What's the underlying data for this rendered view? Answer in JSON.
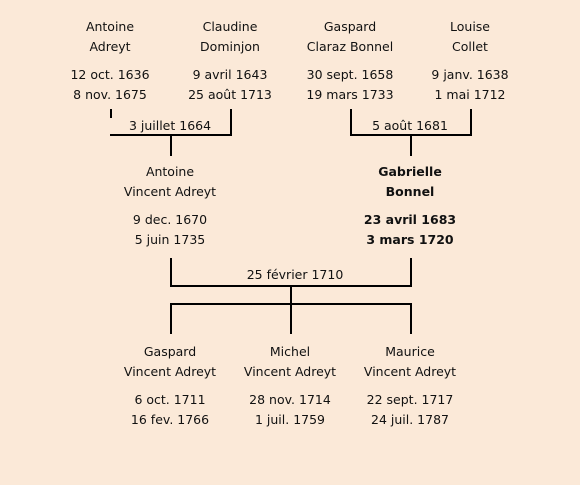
{
  "generation1": [
    {
      "name1": "Antoine",
      "name2": "Adreyt",
      "birth": "12 oct. 1636",
      "death": "8 nov. 1675"
    },
    {
      "name1": "Claudine",
      "name2": "Dominjon",
      "birth": "9 avril 1643",
      "death": "25 août 1713"
    },
    {
      "name1": "Gaspard",
      "name2": "Claraz Bonnel",
      "birth": "30 sept. 1658",
      "death": "19 mars 1733"
    },
    {
      "name1": "Louise",
      "name2": "Collet",
      "birth": "9 janv. 1638",
      "death": "1 mai 1712"
    }
  ],
  "marriages1": [
    "3 juillet 1664",
    "5 août 1681"
  ],
  "generation2": [
    {
      "name1": "Antoine",
      "name2": "Vincent Adreyt",
      "birth": "9 dec. 1670",
      "death": "5 juin 1735"
    },
    {
      "name1": "Gabrielle",
      "name2": "Bonnel",
      "birth": "23 avril 1683",
      "death": "3 mars 1720"
    }
  ],
  "marriage2": "25 février 1710",
  "generation3": [
    {
      "name1": "Gaspard",
      "name2": "Vincent Adreyt",
      "birth": "6 oct. 1711",
      "death": "16 fev. 1766"
    },
    {
      "name1": "Michel",
      "name2": "Vincent Adreyt",
      "birth": "28 nov. 1714",
      "death": "1 juil. 1759"
    },
    {
      "name1": "Maurice",
      "name2": "Vincent Adreyt",
      "birth": "22 sept. 1717",
      "death": "24 juil. 1787"
    }
  ]
}
